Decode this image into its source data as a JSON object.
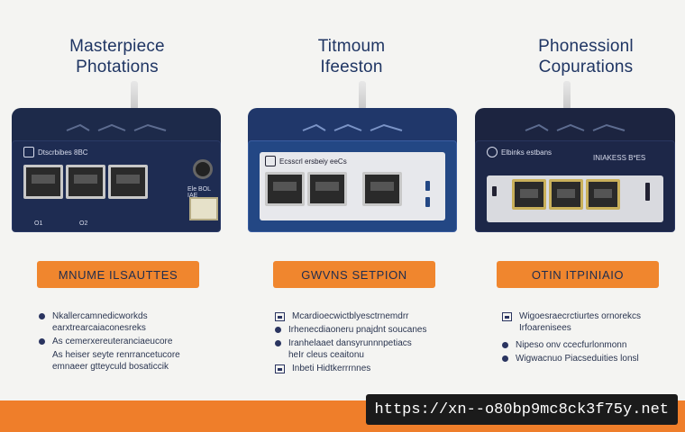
{
  "columns": [
    {
      "title_line1": "Masterpiece",
      "title_line2": "Photations",
      "device_label": "Dtscrbibes 8BC",
      "side_label": "Ele BOL IAE",
      "port_numbers": [
        "O1",
        "O2"
      ],
      "section_label": "MNUME ILSAUTTES",
      "features": [
        {
          "line1": "Nkallercamnedicworkds",
          "line2": "earxtrearcaiaconesreks"
        },
        {
          "line1": "As cemerxereuteranciaeucore",
          "line2": ""
        },
        {
          "line1": "As heiser seyte renrrancetucore",
          "line2": "emnaeer gtteyculd bosaticcik"
        }
      ]
    },
    {
      "title_line1": "Titmoum",
      "title_line2": "Ifeeston",
      "device_label": "Ecsscrl ersbeiy eeCs",
      "section_label": "GWVNS SETPION",
      "features": [
        {
          "line1": "Mcardioecwictblyesctrnemdrr",
          "line2": ""
        },
        {
          "line1": "Irhenecdiaoneru pnajdnt soucanes",
          "line2": ""
        },
        {
          "line1": "Iranhelaaet dansyrunnnpetiacs",
          "line2": "heIr cleus ceaitonu"
        },
        {
          "line1": "Inbeti Hidtkerrrnnes",
          "line2": ""
        }
      ]
    },
    {
      "title_line1": "Phonessionl",
      "title_line2": "Copurations",
      "device_label": "Elbinks estbans",
      "side_label": "INIAKESS B*ES",
      "section_label": "OTIN ITPINIAIO",
      "features": [
        {
          "line1": "Wigoesraecrctiurtes ornorekcs",
          "line2": "Irfoarenisees"
        },
        {
          "line1": "Nipeso onv ccecfurlonmonn",
          "line2": ""
        },
        {
          "line1": "Wigwacnuo Piacseduities lonsl",
          "line2": ""
        }
      ]
    }
  ],
  "url_text": "https://xn--o80bp9mc8ck3f75y.net",
  "colors": {
    "accent": "#ef7e2a",
    "navy": "#1f3563",
    "background": "#f4f4f2"
  }
}
